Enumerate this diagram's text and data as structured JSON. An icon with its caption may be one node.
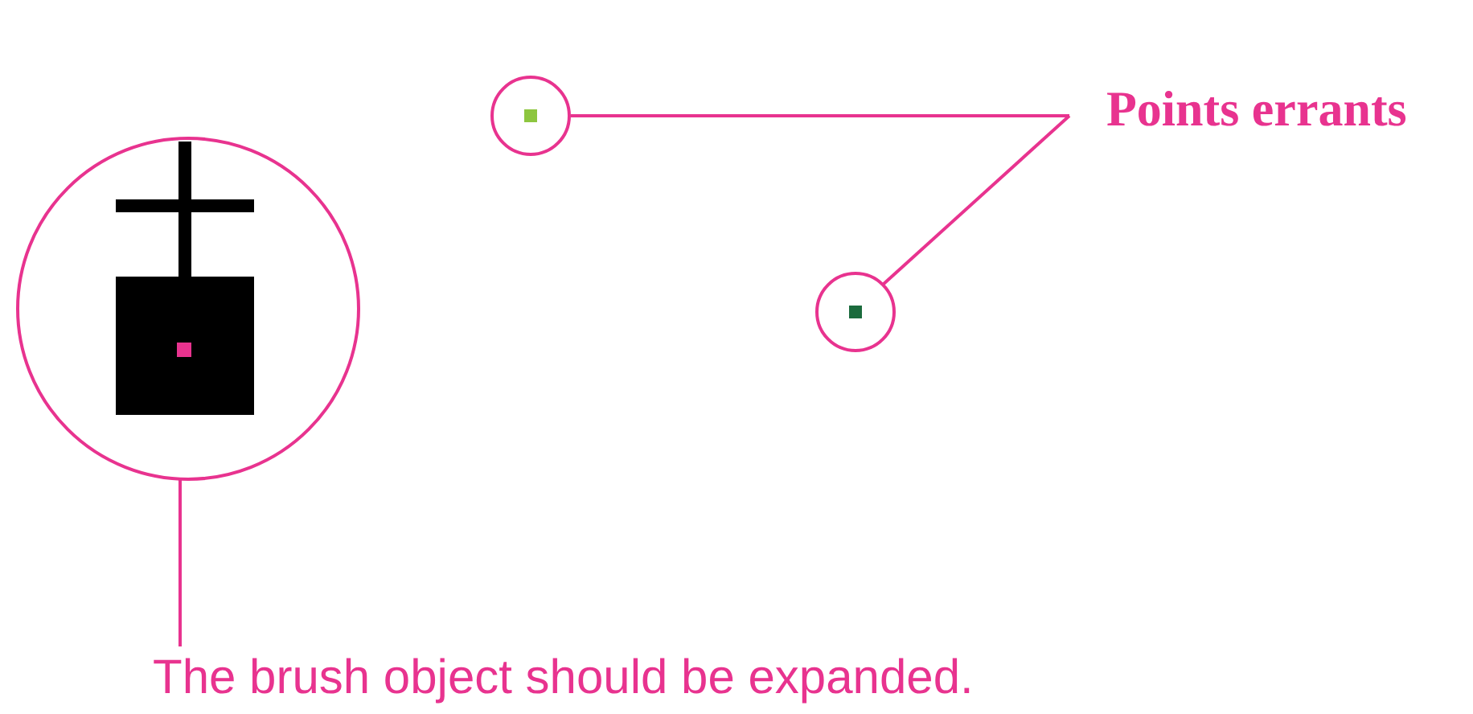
{
  "diagram": {
    "nodes": [
      {
        "text": [],
        "shape": "circle"
      },
      {
        "text": [],
        "shape": "circle"
      },
      {
        "text": [
          "Points errants"
        ]
      },
      {
        "text": [],
        "shape": "circle"
      },
      {
        "text": [
          "The brush object should be expanded."
        ]
      }
    ],
    "edges": [
      {
        "from": 2,
        "to": 1,
        "arrow": "none"
      },
      {
        "from": 2,
        "to": 3,
        "arrow": "none"
      },
      {
        "from": 4,
        "to": 0,
        "arrow": "none"
      }
    ]
  }
}
